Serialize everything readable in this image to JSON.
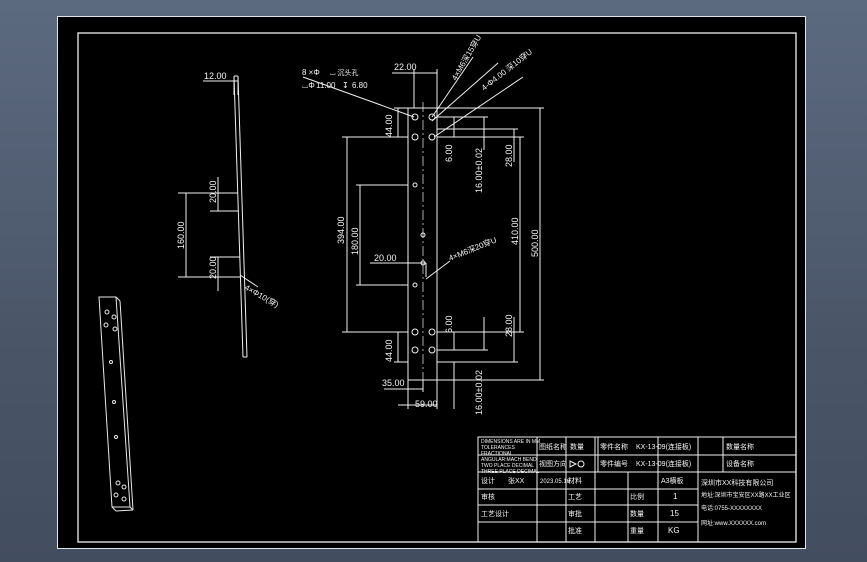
{
  "drawing": {
    "dimensions": {
      "plate_thickness": "12.00",
      "slot_upper": "20.00",
      "slot_span": "160.00",
      "slot_lower": "20.00",
      "side_holes": "4×Φ10(穿)",
      "top_width": "22.00",
      "overall_width": "59.00",
      "center_offset": "35.00",
      "top_pitch": "44.00",
      "bottom_pitch": "44.00",
      "top_edge": "6.00",
      "bottom_edge": "6.00",
      "top_tol": "16.00±0.02",
      "bottom_tol": "16.00±0.02",
      "top_28": "28.00",
      "bottom_28": "28.00",
      "span_394": "394.00",
      "span_180": "180.00",
      "span_410": "410.00",
      "span_500": "500.00",
      "mid_20": "20.00",
      "mid_holes": "4×M6深20穿U",
      "tap_top_1": "4×M6深15穿U",
      "tap_top_2": "4-Φ4.00 深10穿U",
      "counterbore_qty": "8 ×Φ",
      "counterbore_dia": "11.00",
      "counterbore_depth": "6.80"
    },
    "notes": [
      "DIMENSIONS ARE IN MM",
      "TOLERANCES",
      "FRACTIONAL",
      "ANGULAR:MACH BEND",
      "TWO PLACE DECIMAL",
      "THREE PLACE DECIMAL"
    ],
    "title_block": {
      "row1": {
        "k1": "图纸名称",
        "v1": "数量",
        "k2": "零件名称",
        "v2": "KX-13-09(连接板)",
        "k3": "数量名称"
      },
      "row2": {
        "k1": "视图方向",
        "k2": "零件编号",
        "v2": "KX-13-09(连接板)",
        "k3": "设备名称"
      },
      "row3": {
        "designer_label": "设计",
        "designer": "张XX",
        "date": "2023.05.16",
        "material_label": "材料",
        "company": "深圳市XX科技有限公司"
      },
      "row4": {
        "label": "审核",
        "process_label": "工艺",
        "scale_label": "比例",
        "scale": "1",
        "address": "地址:深圳市宝安区XX路XX工业区"
      },
      "row5": {
        "label": "工艺设计",
        "review_label": "审批",
        "quantity_label": "数量",
        "quantity": "15",
        "phone": "电话:0755-XXXXXXXX"
      },
      "row6": {
        "approve_label": "批准",
        "weight_label": "重量",
        "weight": "KG",
        "web": "网址:www.XXXXXX.com"
      },
      "format": "A3横板"
    }
  }
}
